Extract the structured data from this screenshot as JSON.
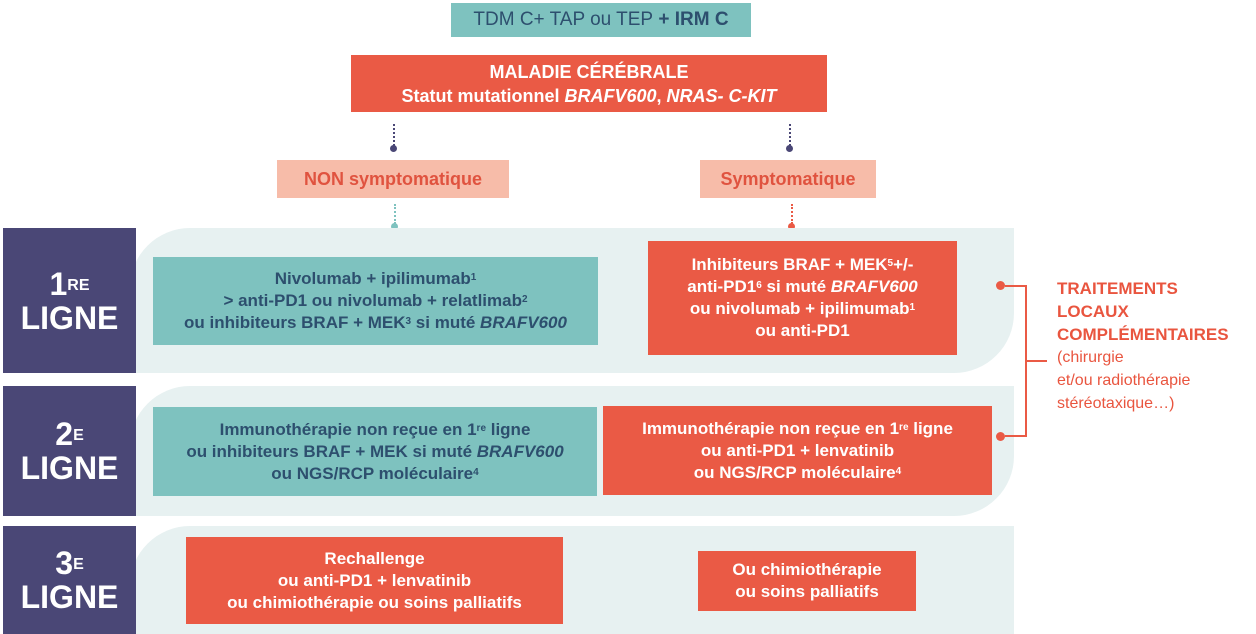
{
  "top": {
    "imaging_a": "TDM C+ TAP ou TEP",
    "imaging_b": "+ IRM C"
  },
  "disease": {
    "title": "MALADIE CÉRÉBRALE",
    "status_prefix": "Statut mutationnel ",
    "status_gene": "BRAFV600",
    "status_sep": ", ",
    "status_genes2": "NRAS- C-KIT"
  },
  "branches": {
    "non_symptomatic": "NON symptomatique",
    "symptomatic": "Symptomatique"
  },
  "lines": {
    "first": {
      "num": "1",
      "sup": "RE",
      "word": "LIGNE"
    },
    "second": {
      "num": "2",
      "sup": "E",
      "word": "LIGNE"
    },
    "third": {
      "num": "3",
      "sup": "E",
      "word": "LIGNE"
    }
  },
  "line1": {
    "left": {
      "l1": "Nivolumab + ipilimumab",
      "l1_sup": "1",
      "l2": "> anti-PD1 ou nivolumab + relatlimab",
      "l2_sup": "2",
      "l3a": "ou inhibiteurs BRAF + MEK",
      "l3_sup": "3",
      "l3b": " si muté ",
      "l3c": "BRAFV600"
    },
    "right": {
      "l1a": "Inhibiteurs BRAF + MEK",
      "l1_sup": "5",
      "l1b": "+/-",
      "l2a": "anti-PD1",
      "l2_sup": "6",
      "l2b": " si muté ",
      "l2c": "BRAFV600",
      "l3": "ou nivolumab + ipilimumab",
      "l3_sup": "1",
      "l4": "ou anti-PD1"
    }
  },
  "line2": {
    "left": {
      "l1a": "Immunothérapie non reçue en 1",
      "l1_sup": "re",
      "l1b": " ligne",
      "l2a": "ou inhibiteurs BRAF + MEK si muté ",
      "l2b": "BRAFV600",
      "l3": "ou NGS/RCP moléculaire",
      "l3_sup": "4"
    },
    "right": {
      "l1a": "Immunothérapie non reçue en 1",
      "l1_sup": "re",
      "l1b": " ligne",
      "l2": "ou anti-PD1 + lenvatinib",
      "l3": "ou NGS/RCP moléculaire",
      "l3_sup": "4"
    }
  },
  "line3": {
    "left": {
      "l1": "Rechallenge",
      "l2": "ou anti-PD1 + lenvatinib",
      "l3": "ou chimiothérapie ou soins palliatifs"
    },
    "right": {
      "l1": "Ou chimiothérapie",
      "l2": "ou soins palliatifs"
    }
  },
  "side": {
    "t1": "TRAITEMENTS",
    "t2": "LOCAUX",
    "t3": "COMPLÉMENTAIRES",
    "s1": "(chirurgie",
    "s2": "et/ou radiothérapie",
    "s3": "stéréotaxique…)"
  },
  "colors": {
    "teal": "#7ec2bf",
    "red": "#ea5a45",
    "pink": "#f7bca9",
    "navy": "#4a4776",
    "band": "#e7f1f1",
    "text_dark": "#2d4f6e"
  }
}
